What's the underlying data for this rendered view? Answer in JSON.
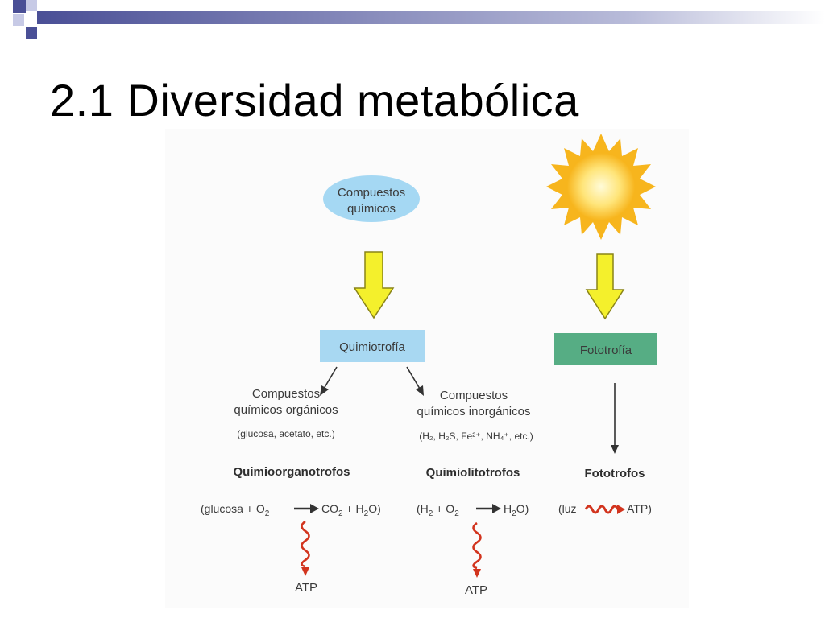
{
  "slide": {
    "title": "2.1 Diversidad metabólica"
  },
  "colors": {
    "title_bar": "#4a4f96",
    "accent_square_dark": "#4a4f96",
    "accent_square_light": "#b9bde0",
    "ellipse_fill": "#9fd5f2",
    "quimiotrofia_box": "#a8d8f2",
    "fototrofia_box": "#56ad84",
    "arrow_fill": "#f6f22a",
    "arrow_stroke": "#8a8418",
    "sun_core": "#fff3a8",
    "sun_rays": "#f7b51d",
    "squiggle": "#d2341e"
  },
  "diagram": {
    "source_chemicals": {
      "line1": "Compuestos",
      "line2": "químicos"
    },
    "quimiotrofia_label": "Quimiotrofía",
    "fototrofia_label": "Fototrofía",
    "organic": {
      "line1": "Compuestos",
      "line2": "químicos orgánicos",
      "examples": "(glucosa, acetato, etc.)",
      "group": "Quimioorganotrofos",
      "reaction_left": "(glucosa + O",
      "reaction_right": "CO",
      "reaction_tail": " + H",
      "reaction_end": "O)",
      "atp": "ATP"
    },
    "inorganic": {
      "line1": "Compuestos",
      "line2": "químicos inorgánicos",
      "examples": "(H₂, H₂S, Fe²⁺, NH₄⁺, etc.)",
      "group": "Quimiolitotrofos",
      "reaction_left": "(H",
      "reaction_mid": " + O",
      "reaction_right": "H",
      "reaction_end": "O)",
      "atp": "ATP"
    },
    "photo": {
      "group": "Fototrofos",
      "reaction_left": "(luz",
      "reaction_right": "ATP)"
    },
    "subscript_two": "2"
  },
  "icons": [
    "sun-icon",
    "down-arrow-icon",
    "squiggle-energy-icon"
  ]
}
